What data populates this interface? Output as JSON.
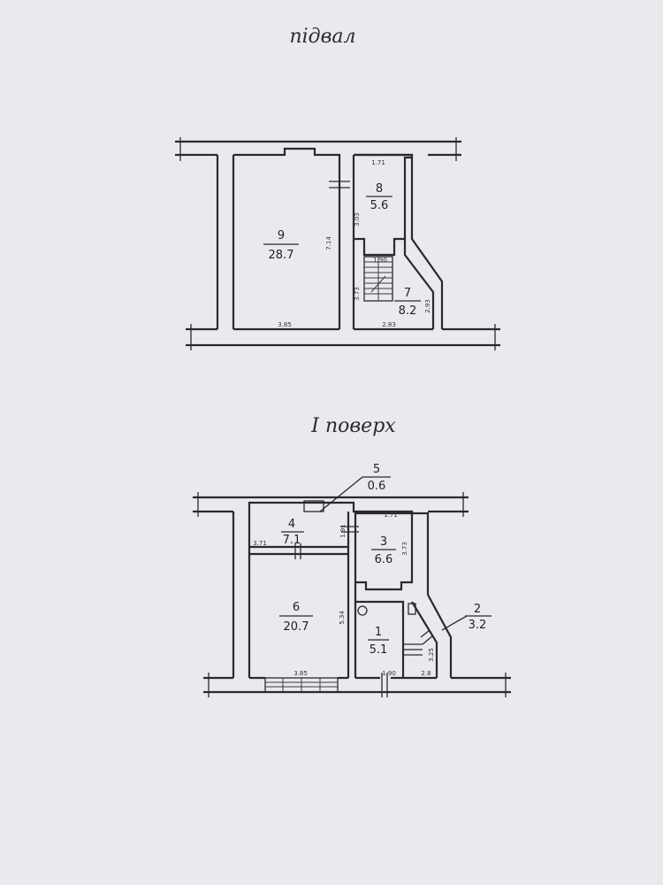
{
  "basement": {
    "title": "підвал",
    "rooms": [
      {
        "number": "9",
        "area": "28.7"
      },
      {
        "number": "8",
        "area": "5.6"
      },
      {
        "number": "7",
        "area": "8.2"
      }
    ],
    "dims": [
      "1.71",
      "7.14",
      "3.03",
      "1.90",
      "3.73",
      "2.93",
      "3.85",
      "2.83"
    ]
  },
  "first_floor": {
    "title": "I поверх",
    "rooms": [
      {
        "number": "5",
        "area": "0.6"
      },
      {
        "number": "4",
        "area": "7.1"
      },
      {
        "number": "3",
        "area": "6.6"
      },
      {
        "number": "6",
        "area": "20.7"
      },
      {
        "number": "1",
        "area": "5.1"
      },
      {
        "number": "2",
        "area": "3.2"
      }
    ],
    "dims": [
      "1.71",
      "1.91",
      "3.71",
      "3.73",
      "5.34",
      "3.85",
      "1.90",
      "3.25",
      "2.8"
    ]
  }
}
